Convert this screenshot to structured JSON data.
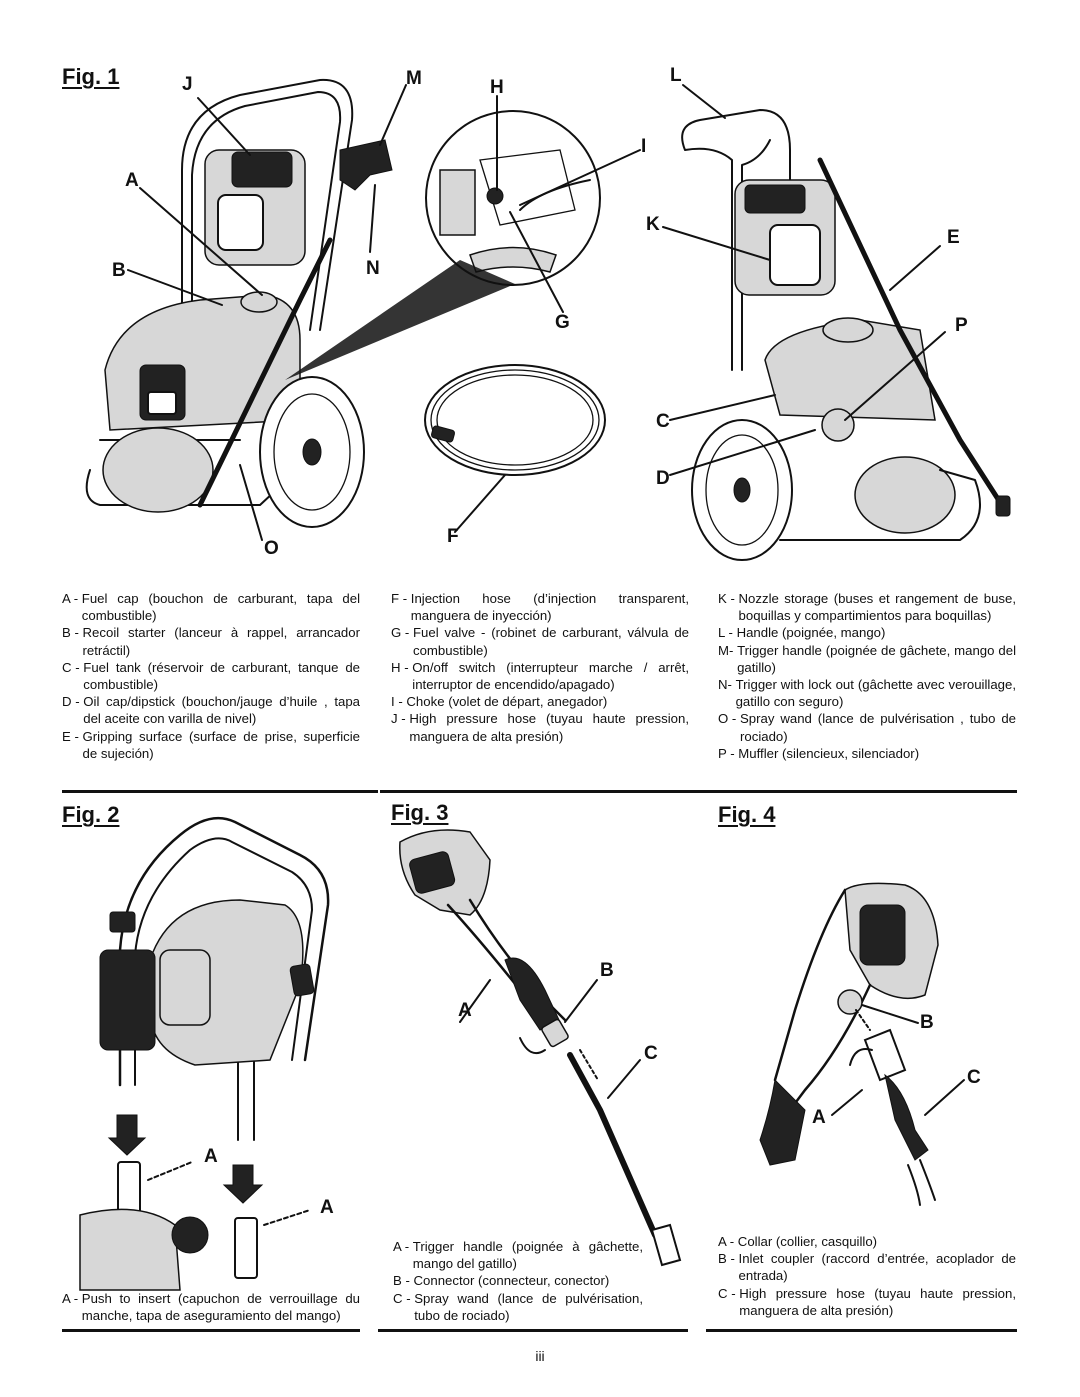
{
  "fig1": {
    "title": "Fig. 1",
    "callouts": [
      "J",
      "M",
      "H",
      "L",
      "A",
      "I",
      "K",
      "E",
      "B",
      "N",
      "G",
      "P",
      "C",
      "D",
      "O",
      "F"
    ],
    "legend_col1": [
      {
        "key": "A -",
        "text": "Fuel cap (bouchon de carburant, tapa del combustible)"
      },
      {
        "key": "B -",
        "text": "Recoil starter (lanceur à rappel, arrancador retráctil)"
      },
      {
        "key": "C -",
        "text": "Fuel tank (réservoir de carburant, tanque de combustible)"
      },
      {
        "key": "D -",
        "text": "Oil cap/dipstick (bouchon/jauge d’huile , tapa del aceite con varilla de nivel)"
      },
      {
        "key": "E -",
        "text": "Gripping surface (surface de prise, superficie de sujeción)"
      }
    ],
    "legend_col2": [
      {
        "key": "F -",
        "text": "Injection hose (d’injection transparent, manguera de inyección)"
      },
      {
        "key": "G -",
        "text": "Fuel valve - (robinet de carburant, válvula de combustible)"
      },
      {
        "key": "H -",
        "text": "On/off switch (interrupteur marche / arrêt, interruptor de encendido/apagado)"
      },
      {
        "key": "I -",
        "text": "Choke (volet de départ, anegador)"
      },
      {
        "key": "J -",
        "text": "High pressure hose (tuyau haute pression, manguera de alta presión)"
      }
    ],
    "legend_col3": [
      {
        "key": "K -",
        "text": "Nozzle storage (buses et rangement de buse, boquillas y compartimientos para boquillas)"
      },
      {
        "key": "L -",
        "text": "Handle (poignée, mango)"
      },
      {
        "key": "M-",
        "text": "Trigger handle (poignée de gâchete, mango del gatillo)"
      },
      {
        "key": "N-",
        "text": "Trigger with lock out (gâchette avec verouillage, gatillo con seguro)"
      },
      {
        "key": "O -",
        "text": "Spray wand (lance de pulvérisation , tubo de rociado)"
      },
      {
        "key": "P -",
        "text": "Muffler (silencieux, silenciador)"
      }
    ]
  },
  "fig2": {
    "title": "Fig. 2",
    "callouts": [
      "A",
      "A"
    ],
    "legend": [
      {
        "key": "A -",
        "text": "Push to insert (capuchon de verrouillage du manche, tapa de aseguramiento del mango)"
      }
    ]
  },
  "fig3": {
    "title": "Fig. 3",
    "callouts": [
      "B",
      "A",
      "C"
    ],
    "legend": [
      {
        "key": "A -",
        "text": "Trigger handle (poignée à gâchette, mango del gatillo)"
      },
      {
        "key": "B -",
        "text": "Connector (connecteur, conector)"
      },
      {
        "key": "C -",
        "text": "Spray wand (lance de pulvérisation, tubo de rociado)"
      }
    ]
  },
  "fig4": {
    "title": "Fig. 4",
    "callouts": [
      "B",
      "C",
      "A"
    ],
    "legend": [
      {
        "key": "A -",
        "text": "Collar (collier, casquillo)"
      },
      {
        "key": "B -",
        "text": "Inlet coupler (raccord d’entrée, acoplador de entrada)"
      },
      {
        "key": "C -",
        "text": "High pressure hose (tuyau haute pression, manguera de alta presión)"
      }
    ]
  },
  "page_number": "iii"
}
